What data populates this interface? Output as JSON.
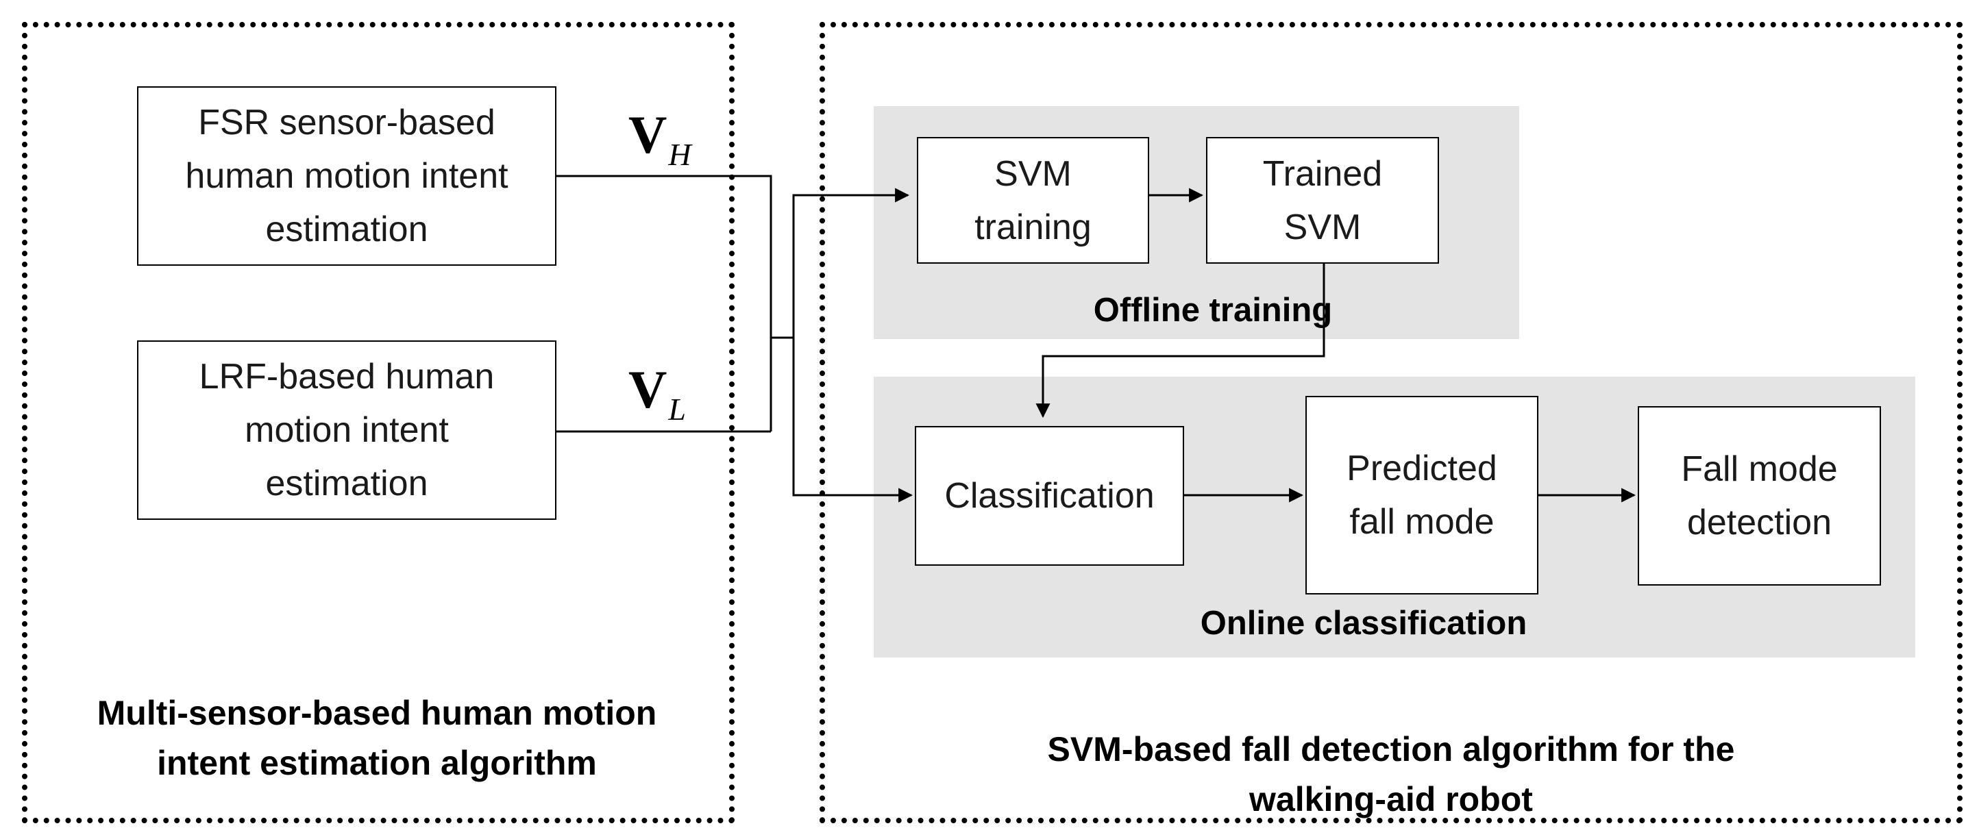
{
  "left_group": {
    "caption": "Multi-sensor-based human motion\nintent estimation algorithm",
    "fsr_box": "FSR sensor-based\nhuman motion intent\nestimation",
    "lrf_box": "LRF-based human\nmotion intent\nestimation",
    "vh_label": {
      "main": "V",
      "sub": "H"
    },
    "vl_label": {
      "main": "V",
      "sub": "L"
    }
  },
  "right_group": {
    "caption": "SVM-based fall detection algorithm for the\nwalking-aid robot",
    "offline_panel": {
      "caption": "Offline training",
      "svm_training_box": "SVM\ntraining",
      "trained_svm_box": "Trained\nSVM"
    },
    "online_panel": {
      "caption": "Online classification",
      "classification_box": "Classification",
      "predicted_box": "Predicted\nfall mode",
      "detection_box": "Fall mode\ndetection"
    }
  },
  "colors": {
    "panel_fill": "#e4e4e4",
    "line": "#000000",
    "box_fill": "#ffffff"
  }
}
